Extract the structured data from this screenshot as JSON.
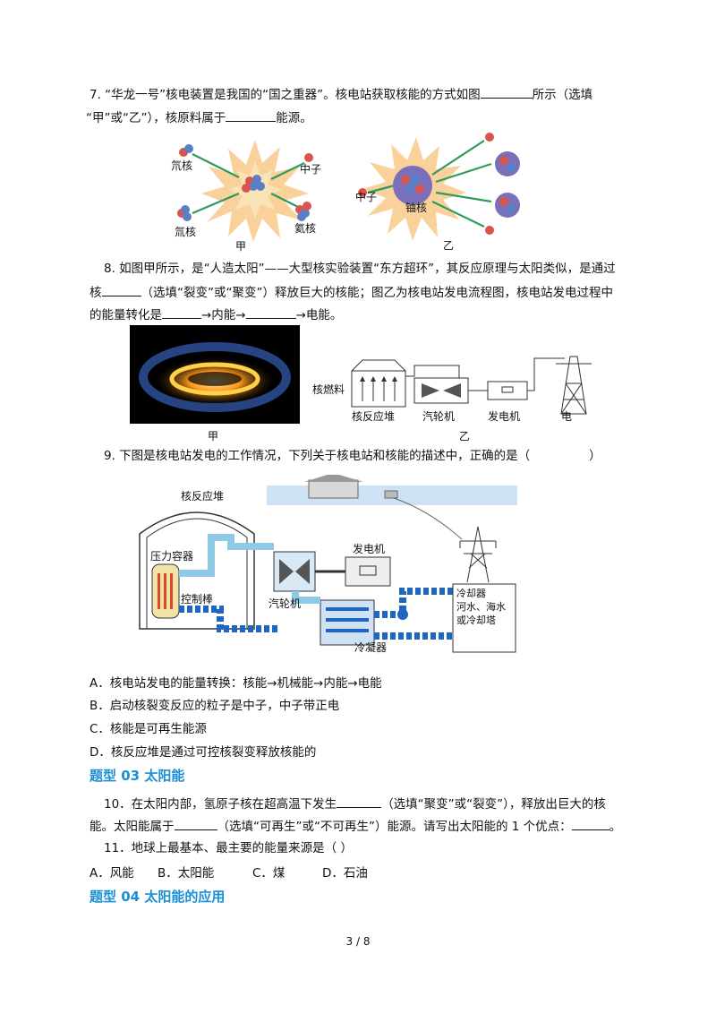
{
  "q7": {
    "line1a": "7. “华龙一号”核电装置是我国的“国之重器”。核电站获取核能的方式如图",
    "line1b": "所示（选填",
    "line2a": "“甲”或“乙”），核原料属于",
    "line2b": "能源。",
    "fig_jia": {
      "deuterium": "氘核",
      "tritium": "氚核",
      "neutron": "中子",
      "helium": "氦核",
      "caption": "甲"
    },
    "fig_yi": {
      "neutron": "中子",
      "uranium": "铀核",
      "caption": "乙"
    }
  },
  "q8": {
    "line1": "8. 如图甲所示，是“人造太阳”——大型核实验装置“东方超环”，其反应原理与太阳类似，是通过",
    "line2a": "核",
    "line2b": "（选填“裂变”或“聚变”）释放巨大的核能；图乙为核电站发电流程图，核电站发电过程中",
    "line3a": "的能量转化是",
    "line3b": "→内能→",
    "line3c": "→电能。",
    "fig_jia_caption": "甲",
    "fig_yi": {
      "fuel": "核燃料",
      "reactor": "核反应堆",
      "turbine": "汽轮机",
      "generator": "发电机",
      "electricity": "电",
      "caption": "乙"
    }
  },
  "q9": {
    "stem": "9. 下图是核电站发电的工作情况，下列关于核电站和核能的描述中，正确的是（",
    "paren_close": "）",
    "fig": {
      "reactor": "核反应堆",
      "pressure_vessel": "压力容器",
      "control_rod": "控制棒",
      "turbine": "汽轮机",
      "generator": "发电机",
      "condenser": "冷凝器",
      "cooler": "冷却器",
      "cooler_line2": "河水、海水",
      "cooler_line3": "或冷却塔"
    },
    "options": [
      "A．核电站发电的能量转换：核能→机械能→内能→电能",
      "B．启动核裂变反应的粒子是中子，中子带正电",
      "C．核能是可再生能源",
      "D．核反应堆是通过可控核裂变释放核能的"
    ]
  },
  "section03": "题型 03  太阳能",
  "q10": {
    "line1a": "10．在太阳内部，氢原子核在超高温下发生",
    "line1b": "（选填“聚变”或“裂变”），释放出巨大的核",
    "line2a": "能。太阳能属于",
    "line2b": "（选填“可再生”或“不可再生”）能源。请写出太阳能的 1 个优点：",
    "line2c": "。"
  },
  "q11": {
    "stem": "11．地球上最基本、最主要的能量来源是（      ）",
    "options": [
      "A．风能",
      "B．太阳能",
      "C．煤",
      "D．石油"
    ]
  },
  "section04": "题型 04  太阳能的应用",
  "page_number": "3 / 8"
}
